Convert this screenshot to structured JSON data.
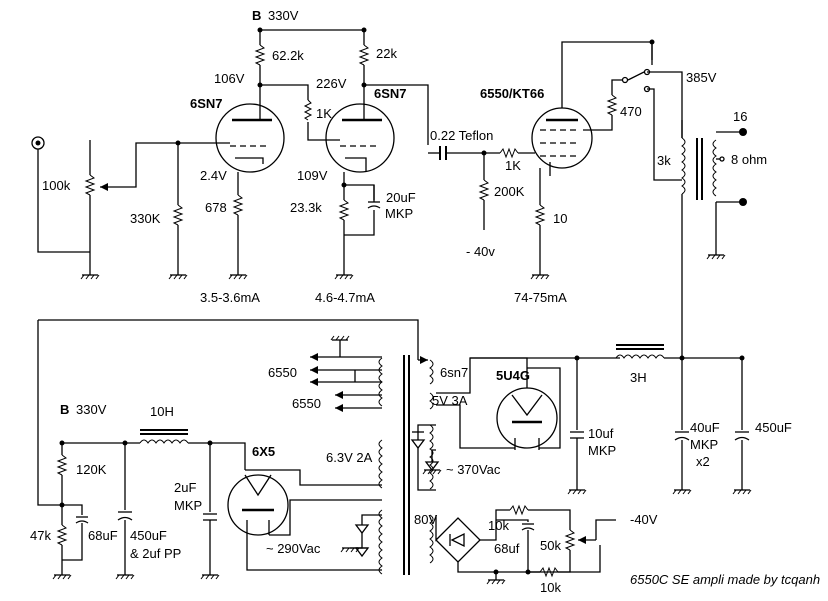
{
  "labels": {
    "b_top": "B",
    "v330_top": "330V",
    "r_62k": "62.2k",
    "r_22k": "22k",
    "v106": "106V",
    "v226": "226V",
    "tube_6sn7_a": "6SN7",
    "tube_6sn7_b": "6SN7",
    "r_1k_a": "1K",
    "c_022": "0.22 Teflon",
    "r_1k_b": "1K",
    "tube_6550": "6550/KT66",
    "r_470": "470",
    "v385": "385V",
    "tap16": "16",
    "tap8": "8 ohm",
    "r_3k": "3k",
    "pot_100k": "100k",
    "r_330k": "330K",
    "v24": "2.4V",
    "r_678": "678",
    "v109": "109V",
    "r_233k": "23.3k",
    "c_20uf": "20uF",
    "c_20uf_mkp": "MKP",
    "r_200k": "200K",
    "neg40v": "- 40v",
    "r_10": "10",
    "i_a": "3.5-3.6mA",
    "i_b": "4.6-4.7mA",
    "i_c": "74-75mA",
    "h_6550_a": "6550",
    "h_6550_b": "6550",
    "h_6sn7": "6sn7",
    "tube_5u4g": "5U4G",
    "w_5v3a": "5V 3A",
    "l_3h": "3H",
    "c_10uf": "10uf",
    "c_10uf_mkp": "MKP",
    "c_40uf": "40uF",
    "c_40uf_mkp": "MKP",
    "c_40uf_x2": "x2",
    "c_450uf_r": "450uF",
    "v370": "~ 370Vac",
    "b_bot": "B",
    "v330_bot": "330V",
    "l_10h": "10H",
    "tube_6x5": "6X5",
    "w_63v2a": "6.3V 2A",
    "r_120k": "120K",
    "c_2uf": "2uF",
    "c_2uf_mkp": "MKP",
    "r_47k": "47k",
    "c_68uf_a": "68uF",
    "c_450uf_l": "450uF",
    "c_2ufpp": "& 2uf PP",
    "v290": "~ 290Vac",
    "v80": "80V",
    "r_10k_a": "10k",
    "c_68uf_b": "68uf",
    "pot_50k": "50k",
    "r_10k_b": "10k",
    "neg40v_out": "-40V",
    "credit": "6550C SE ampli made by tcqanh"
  }
}
